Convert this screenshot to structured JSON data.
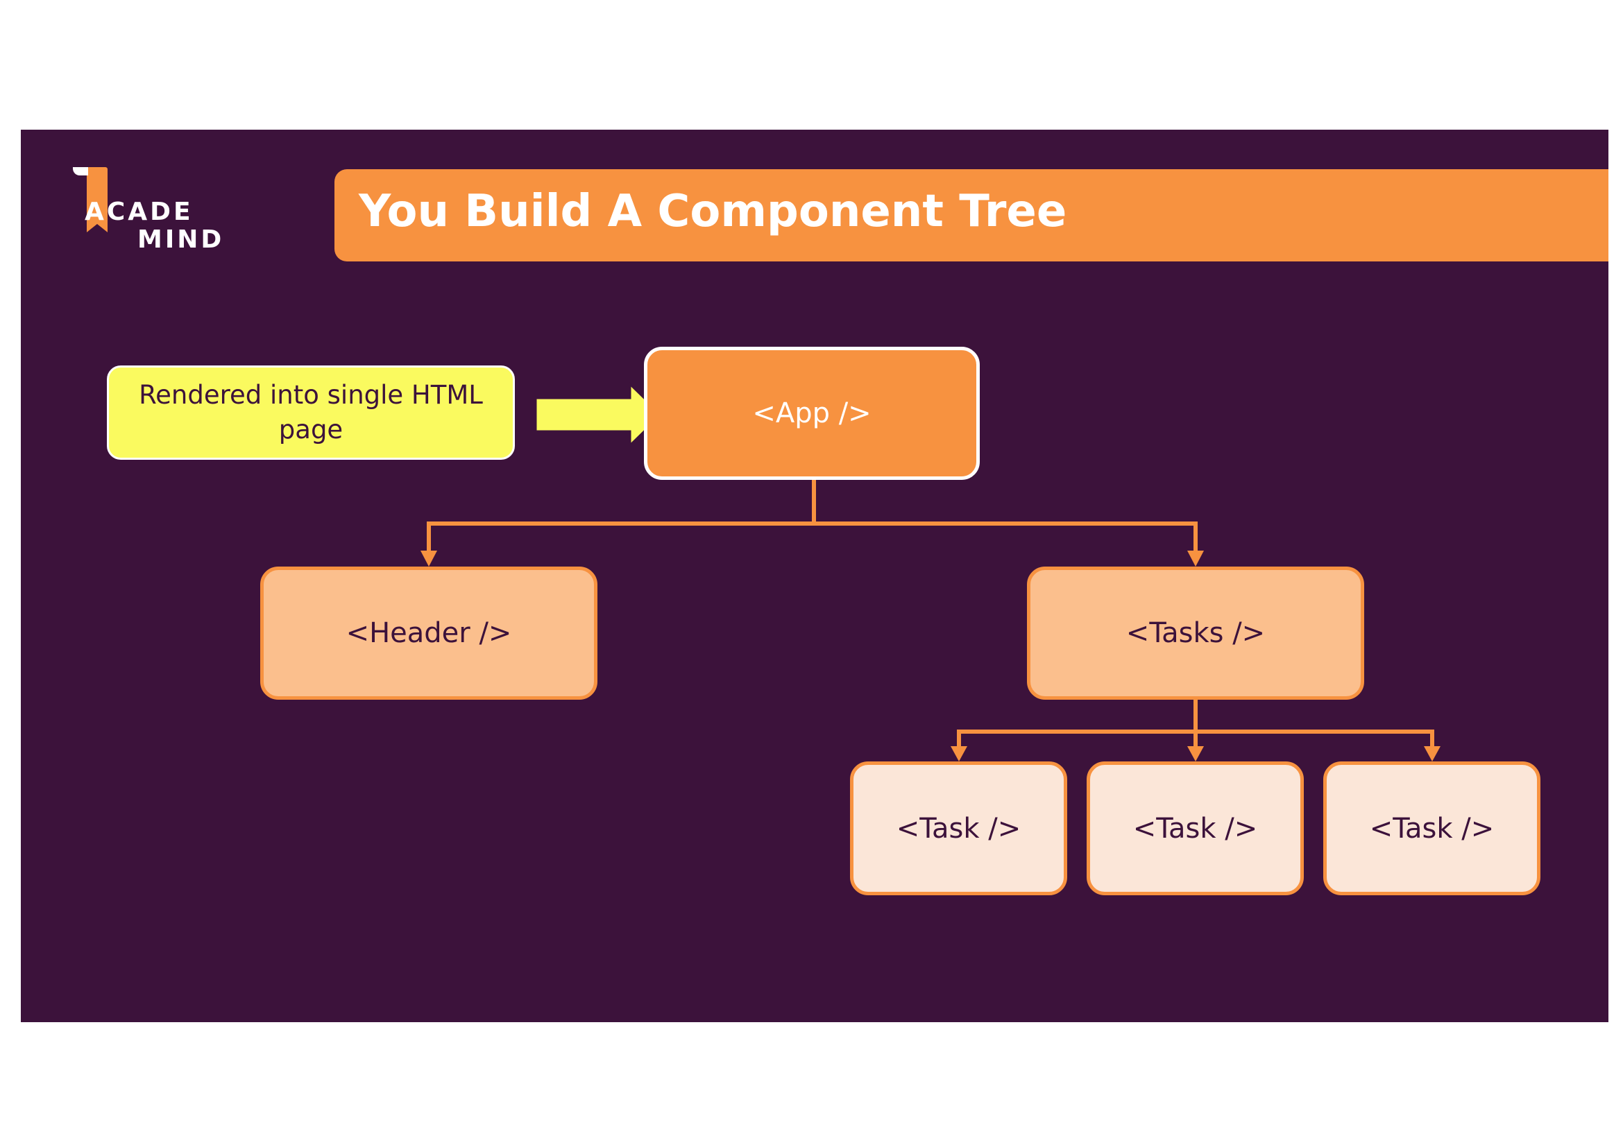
{
  "logo": {
    "line1": "ACADE",
    "line2": "MIND"
  },
  "title": "You Build A Component Tree",
  "callout": {
    "text": "Rendered into single HTML page"
  },
  "nodes": {
    "app": "<App />",
    "header": "<Header />",
    "tasks": "<Tasks />",
    "task_items": [
      "<Task />",
      "<Task />",
      "<Task />"
    ]
  },
  "colors": {
    "background": "#3c123b",
    "accent_orange": "#f79240",
    "mid_node_fill": "#fbbf8d",
    "leaf_node_fill": "#fbe6d8",
    "callout_yellow": "#fafa5f"
  }
}
